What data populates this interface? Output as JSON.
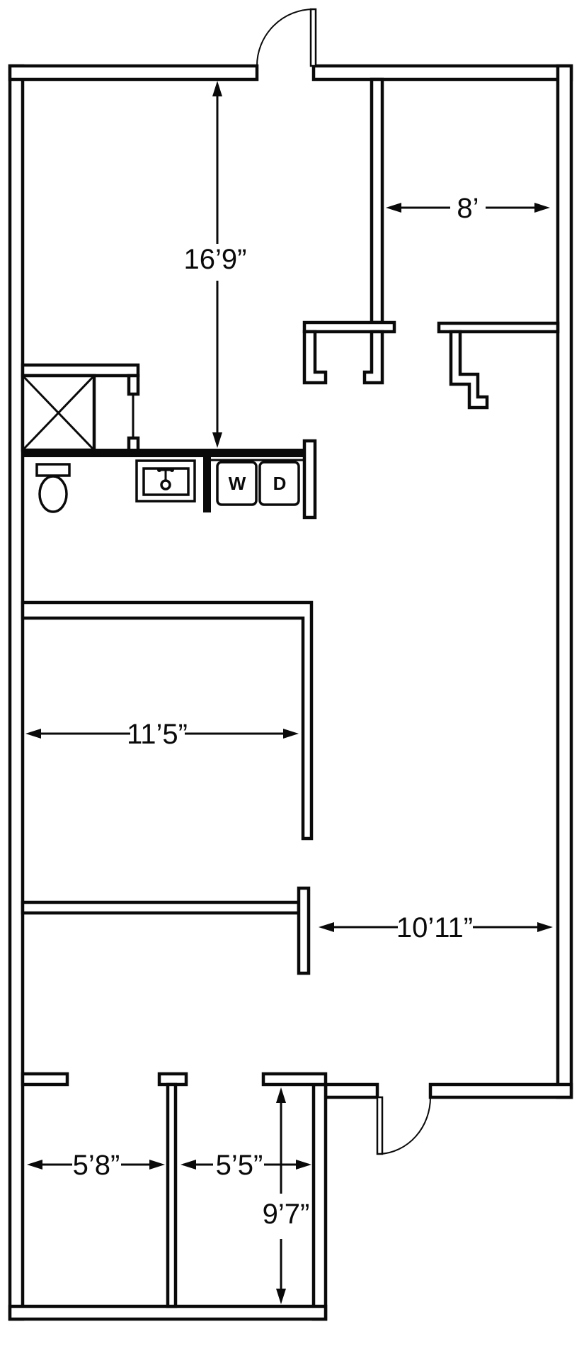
{
  "palette": {
    "line": "#0a0a0a",
    "background": "#ffffff"
  },
  "labels": {
    "washer": "W",
    "dryer": "D"
  },
  "dimensions": {
    "upper_hall_height": "16’9”",
    "upper_right_room_width": "8’",
    "middle_room_width": "11’5”",
    "lower_right_area_width": "10’11”",
    "bottom_left_room_width": "5’8”",
    "bottom_middle_room_width": "5’5”",
    "bottom_room_depth": "9’7”"
  }
}
